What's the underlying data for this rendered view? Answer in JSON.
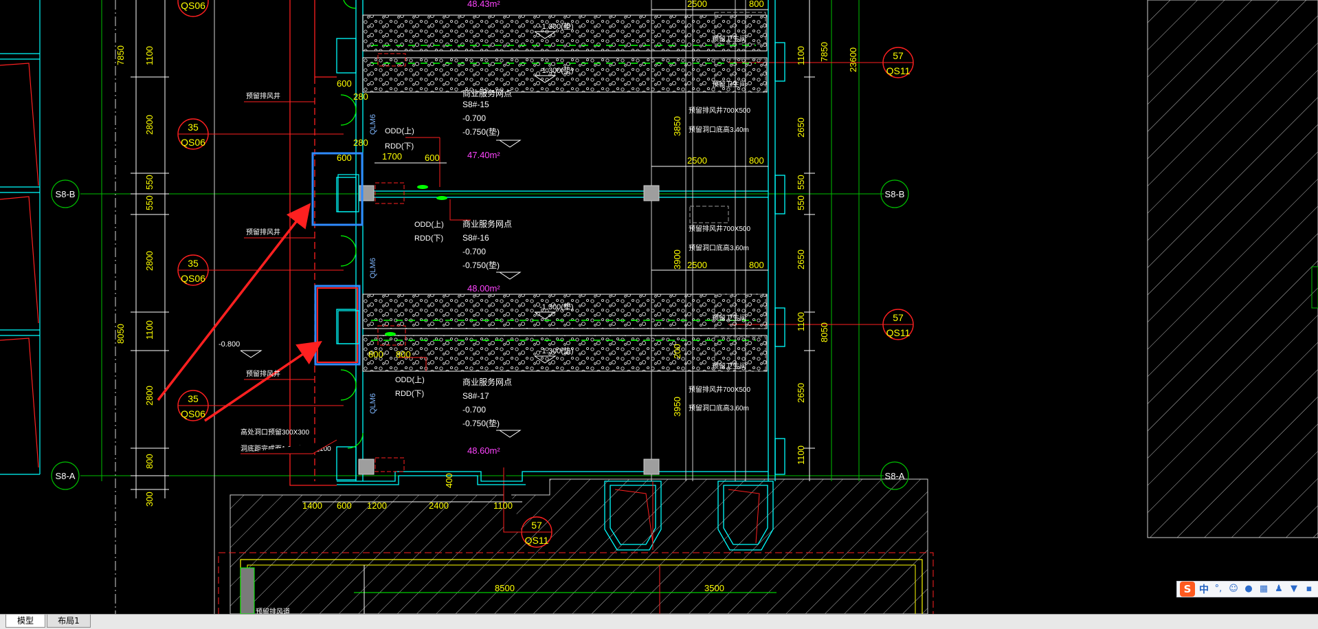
{
  "tabs": {
    "model": "模型",
    "layout1": "布局1"
  },
  "ime": {
    "lang": "中",
    "logo": "S",
    "punct": "°,",
    "icons": [
      "smile-icon",
      "mic-icon",
      "keyboard-icon",
      "user-icon",
      "shirt-icon",
      "grid-icon"
    ]
  },
  "axes": {
    "grid_b": "S8-B",
    "grid_a": "S8-A",
    "grid_57": "57",
    "grid_qs11": "QS11",
    "grid_35": "35",
    "grid_qs06": "QS06"
  },
  "dims": {
    "d7850": "7850",
    "d1100": "1100",
    "d2800": "2800",
    "d550": "550",
    "d8050": "8050",
    "d800": "800",
    "d300": "300",
    "d600": "600",
    "d280": "280",
    "d1700": "1700",
    "d2500": "2500",
    "d3850": "3850",
    "d3900": "3900",
    "d3950": "3950",
    "d2650": "2650",
    "d23600": "23600",
    "d1400": "1400",
    "d1200": "1200",
    "d2400": "2400",
    "d8500": "8500",
    "d3500": "3500",
    "d200": "200",
    "d400": "400"
  },
  "rooms": {
    "r15": {
      "name": "商业服务网点",
      "code": "S8#-15",
      "lv1": "-0.700",
      "lv2": "-0.750(垫)",
      "area": "47.40m²"
    },
    "r16": {
      "name": "商业服务网点",
      "code": "S8#-16",
      "lv1": "-0.700",
      "lv2": "-0.750(垫)",
      "area": "48.00m²"
    },
    "r17": {
      "name": "商业服务网点",
      "code": "S8#-17",
      "lv1": "-0.700",
      "lv2": "-0.750(垫)",
      "area": "48.60m²"
    },
    "top_area": "48.43m²"
  },
  "labels": {
    "odd_up": "ODD(上)",
    "rdd_down": "RDD(下)",
    "qlm6": "QLM6",
    "lv_1300": "-1.300(垫)",
    "lv_0800": "-0.800",
    "vent": "预留排风井",
    "vent_note1": "预留排风井700X500",
    "vent_note2": "预留洞口底高3.40m",
    "vent_note3": "预留洞口底高3.60m",
    "wc": "预留卫生间",
    "hole_note1": "高处洞口预留300X300",
    "hole_note2": "洞底距完成面1.0m,距墙边100",
    "tape": "预留排风道"
  }
}
